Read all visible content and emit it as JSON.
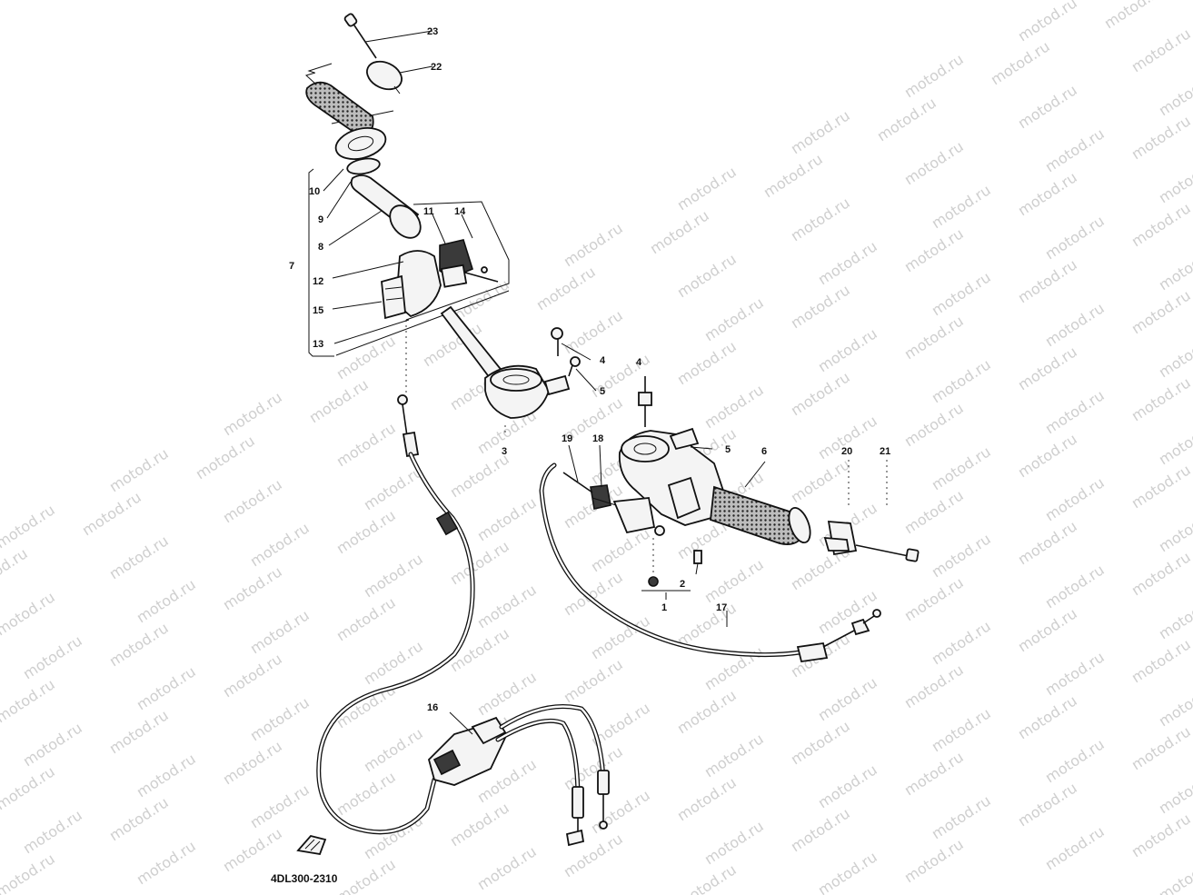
{
  "watermark": "motod.ru",
  "diagram_code": "4DL300-2310",
  "callouts": [
    "1",
    "2",
    "3",
    "4",
    "4",
    "5",
    "5",
    "6",
    "7",
    "8",
    "9",
    "10",
    "11",
    "12",
    "13",
    "14",
    "15",
    "16",
    "17",
    "18",
    "19",
    "20",
    "21",
    "22",
    "23"
  ]
}
